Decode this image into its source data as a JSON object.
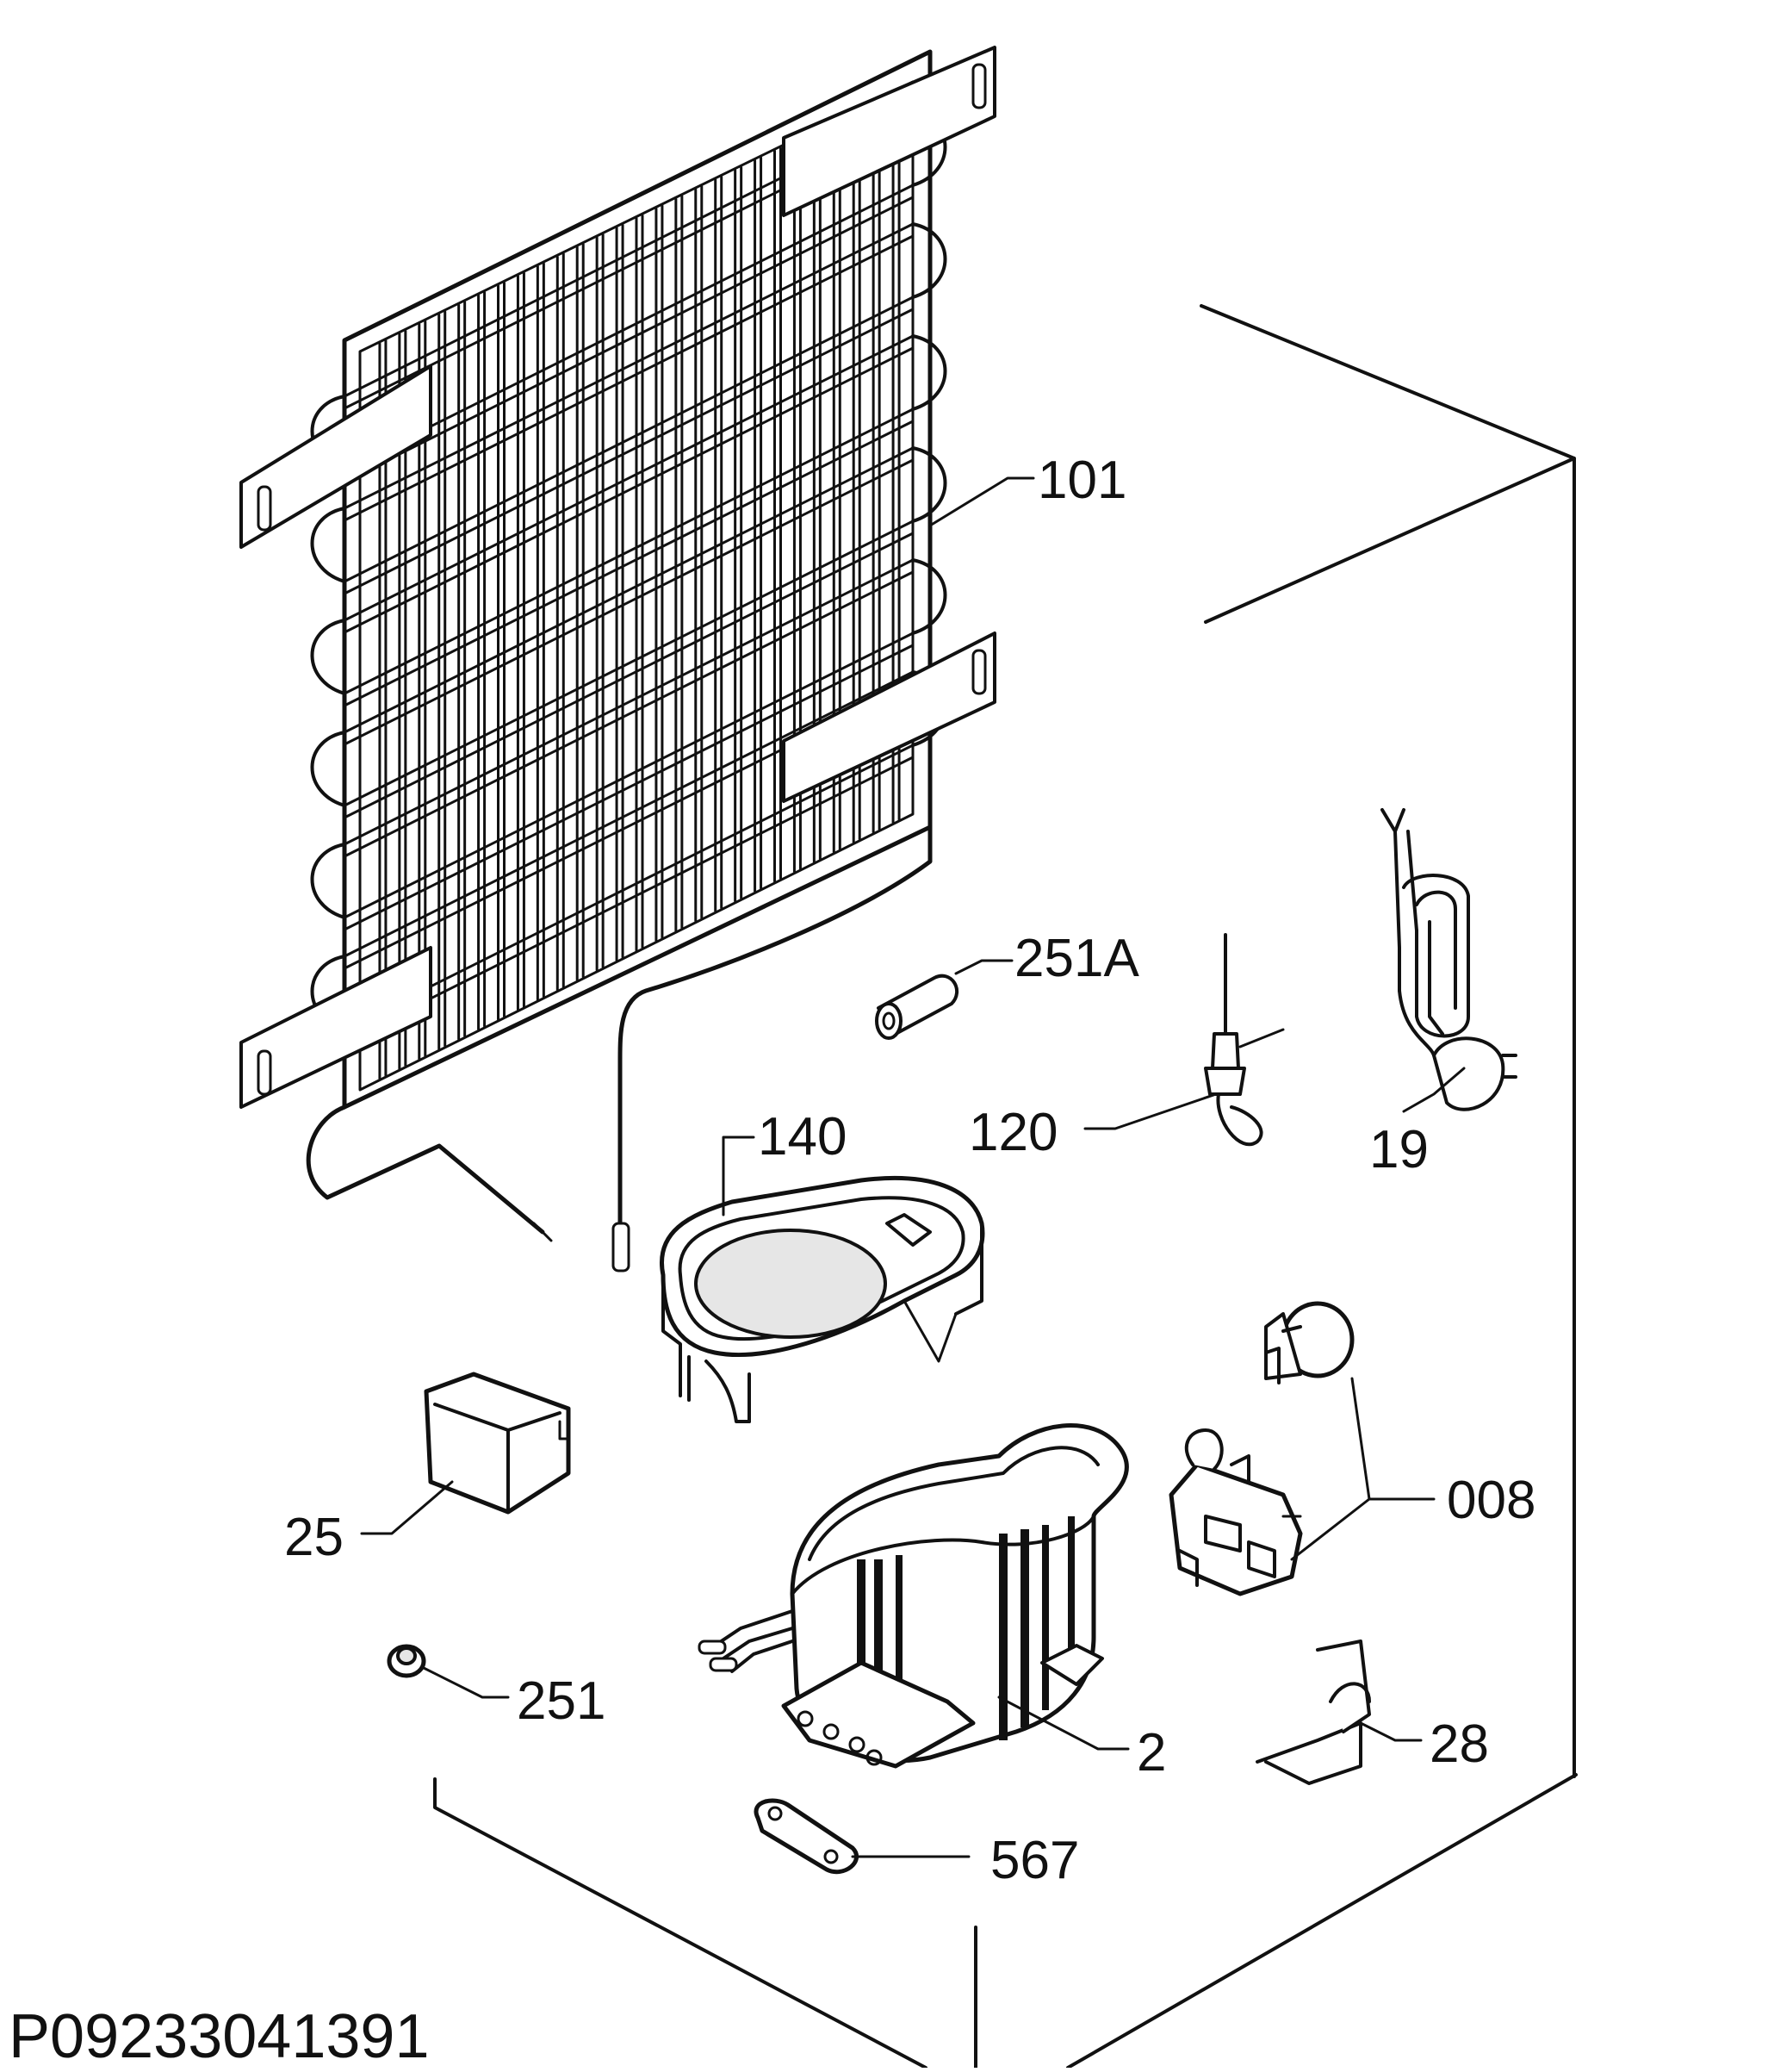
{
  "diagram": {
    "document_id": "P09233041391",
    "callouts": {
      "condenser": "101",
      "filter_plug": "251A",
      "thermostat_probe": "120",
      "power_cord": "19",
      "drip_tray": "140",
      "capacitor_box": "25",
      "start_relay_set": "008",
      "small_grommet": "251",
      "compressor": "2",
      "clip": "28",
      "bracket": "567"
    }
  }
}
